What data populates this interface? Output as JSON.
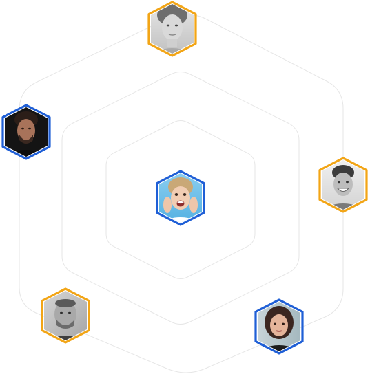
{
  "colors": {
    "ring_stroke": "#e6e6e6",
    "accent_orange": "#f2a516",
    "accent_blue": "#1f5fd6"
  },
  "avatars": [
    {
      "name": "avatar-top",
      "border": "orange",
      "depicts": "woman-neutral-portrait",
      "tone": "grayscale"
    },
    {
      "name": "avatar-left",
      "border": "blue",
      "depicts": "man-dark-portrait",
      "tone": "color"
    },
    {
      "name": "avatar-center",
      "border": "blue",
      "depicts": "woman-surprised-portrait",
      "tone": "color"
    },
    {
      "name": "avatar-right",
      "border": "orange",
      "depicts": "man-smiling-portrait",
      "tone": "grayscale"
    },
    {
      "name": "avatar-bottom-left",
      "border": "orange",
      "depicts": "man-bald-portrait",
      "tone": "grayscale"
    },
    {
      "name": "avatar-bottom-right",
      "border": "blue",
      "depicts": "woman-dark-hair-portrait",
      "tone": "color"
    }
  ]
}
